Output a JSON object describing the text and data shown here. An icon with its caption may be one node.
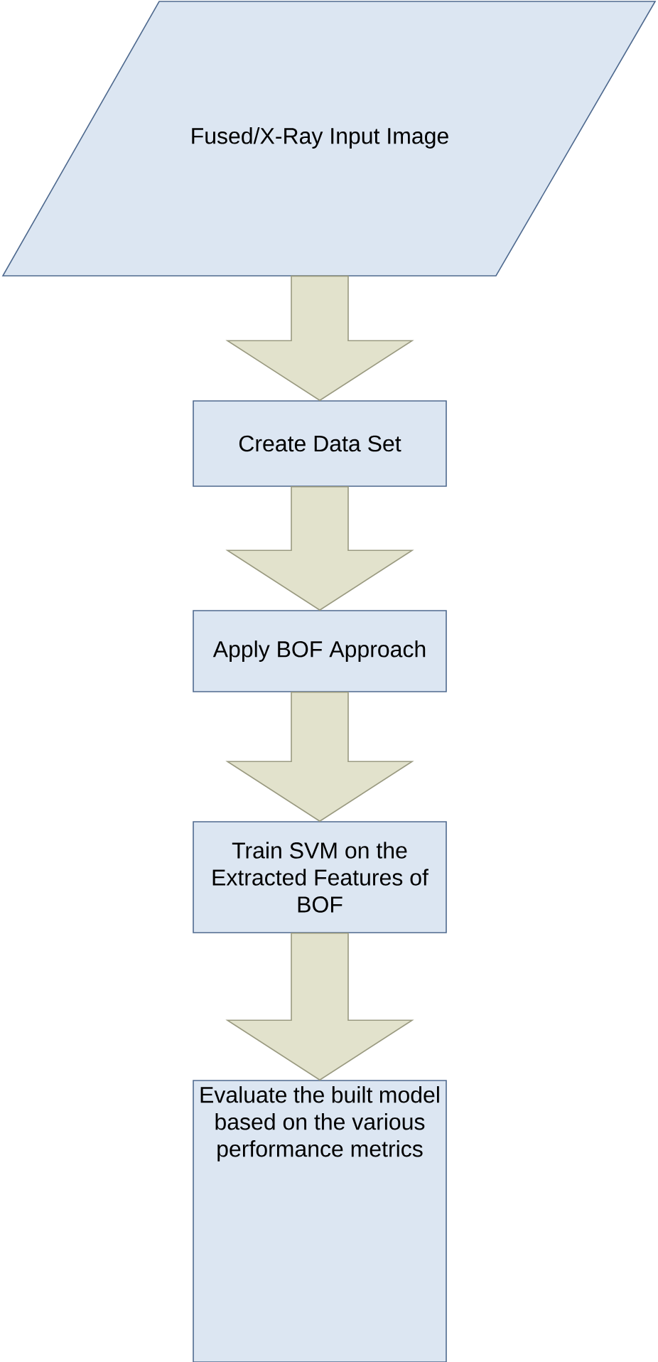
{
  "diagram": {
    "nodes": [
      {
        "text": [
          "Fused/X-Ray Input Image"
        ]
      },
      {
        "text": [
          "Create Data Set"
        ]
      },
      {
        "text": [
          "Apply BOF Approach"
        ]
      },
      {
        "text": [
          "Train SVM on the Extracted Features of BOF"
        ]
      },
      {
        "text": [
          "Evaluate the built model based on the various performance metrics"
        ]
      }
    ],
    "edges": [
      {
        "from": 0,
        "to": 1,
        "arrow": "to"
      },
      {
        "from": 1,
        "to": 2,
        "arrow": "to"
      },
      {
        "from": 2,
        "to": 3,
        "arrow": "to"
      },
      {
        "from": 3,
        "to": 4,
        "arrow": "to"
      }
    ]
  }
}
